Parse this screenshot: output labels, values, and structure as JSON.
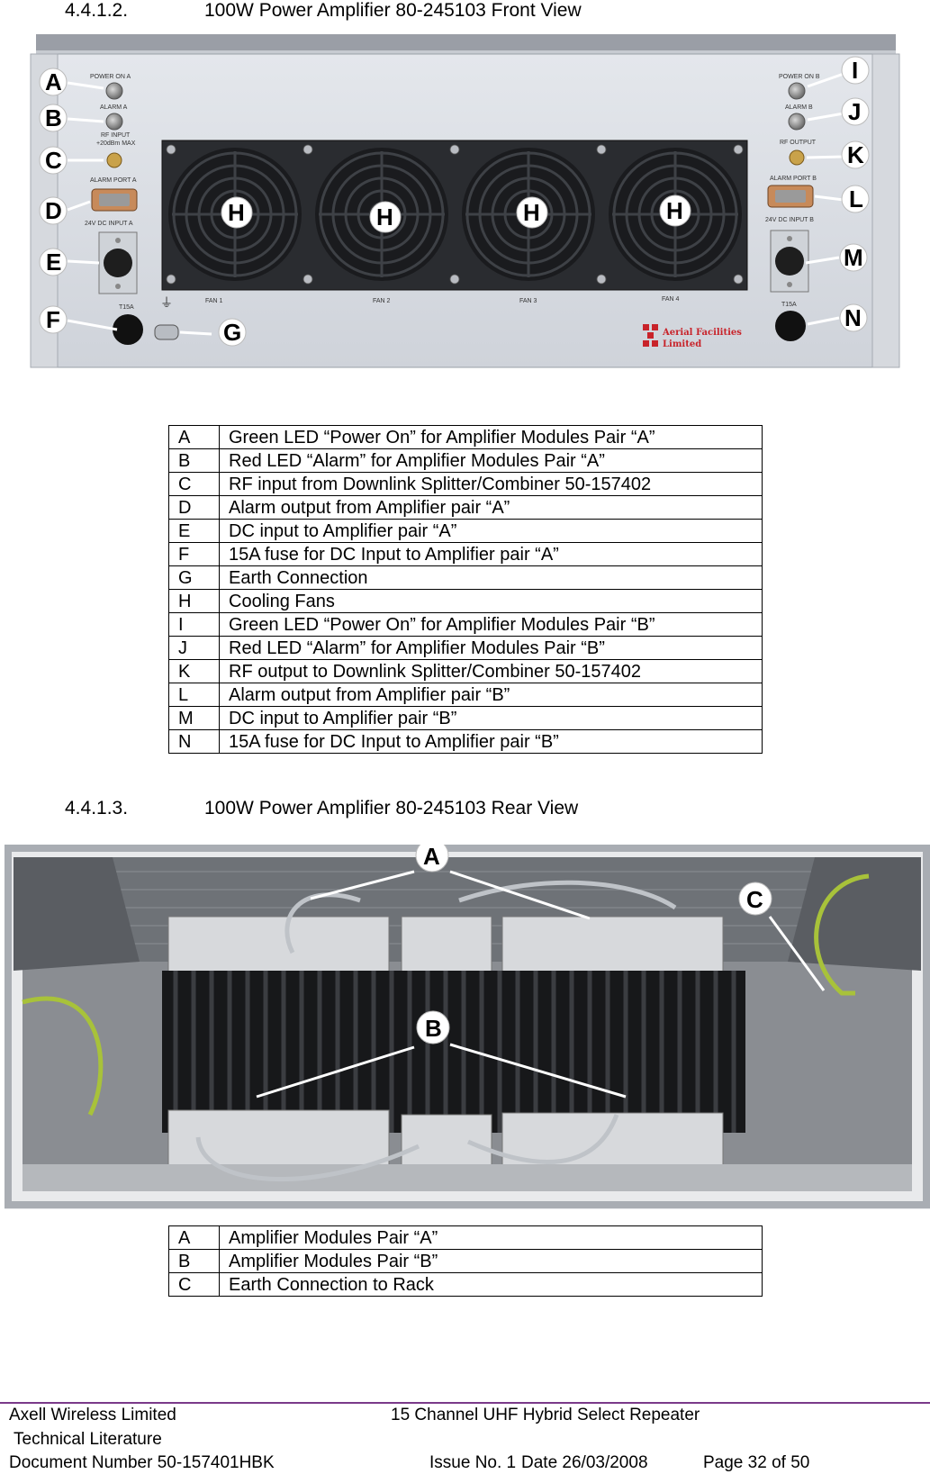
{
  "front_section": {
    "number": "4.4.1.2.",
    "title": "100W Power Amplifier 80-245103 Front View"
  },
  "front_photo": {
    "panel_labels": {
      "power_on_a": "POWER ON A",
      "alarm_a": "ALARM A",
      "rf_input": "RF INPUT",
      "rf_input_max": "+20dBm MAX",
      "alarm_port_a": "ALARM PORT A",
      "dc_input_a": "24V DC INPUT A",
      "fuse_a": "T15A",
      "power_on_b": "POWER ON B",
      "alarm_b": "ALARM B",
      "rf_output": "RF OUTPUT",
      "alarm_port_b": "ALARM PORT B",
      "dc_input_b": "24V DC INPUT B",
      "fuse_b": "T15A",
      "fan1": "FAN 1",
      "fan2": "FAN 2",
      "fan3": "FAN 3",
      "fan4": "FAN 4",
      "logo_line1": "Aerial Facilities",
      "logo_line2": "Limited"
    },
    "callouts": [
      "A",
      "B",
      "C",
      "D",
      "E",
      "F",
      "G",
      "H",
      "I",
      "J",
      "K",
      "L",
      "M",
      "N"
    ]
  },
  "front_table": [
    {
      "key": "A",
      "desc": "Green LED “Power On” for Amplifier Modules Pair “A”"
    },
    {
      "key": "B",
      "desc": "Red LED “Alarm” for Amplifier Modules Pair “A”"
    },
    {
      "key": "C",
      "desc": "RF input from Downlink Splitter/Combiner 50-157402"
    },
    {
      "key": "D",
      "desc": "Alarm output from Amplifier pair “A”"
    },
    {
      "key": "E",
      "desc": "DC input to Amplifier pair “A”"
    },
    {
      "key": "F",
      "desc": "15A fuse for DC Input to Amplifier pair “A”"
    },
    {
      "key": "G",
      "desc": "Earth Connection"
    },
    {
      "key": "H",
      "desc": "Cooling Fans"
    },
    {
      "key": "I",
      "desc": "Green LED “Power On” for Amplifier Modules Pair “B”"
    },
    {
      "key": "J",
      "desc": "Red LED “Alarm” for Amplifier Modules Pair “B”"
    },
    {
      "key": "K",
      "desc": "RF output to Downlink Splitter/Combiner 50-157402"
    },
    {
      "key": "L",
      "desc": "Alarm output from Amplifier pair “B”"
    },
    {
      "key": "M",
      "desc": "DC input to Amplifier pair “B”"
    },
    {
      "key": "N",
      "desc": "15A fuse for DC Input to Amplifier pair “B”"
    }
  ],
  "rear_section": {
    "number": "4.4.1.3.",
    "title": "100W Power Amplifier 80-245103 Rear View"
  },
  "rear_photo": {
    "callouts": [
      "A",
      "B",
      "C"
    ]
  },
  "rear_table": [
    {
      "key": "A",
      "desc": "Amplifier Modules Pair “A”"
    },
    {
      "key": "B",
      "desc": "Amplifier Modules Pair “B”"
    },
    {
      "key": "C",
      "desc": "Earth Connection to Rack"
    }
  ],
  "footer": {
    "company": "Axell Wireless Limited",
    "subtitle": "Technical Literature",
    "doc_title": "15 Channel UHF Hybrid Select Repeater",
    "doc_number": "Document Number 50-157401HBK",
    "issue": "Issue No. 1",
    "date": "Date 26/03/2008",
    "page": "Page 32 of 50"
  }
}
